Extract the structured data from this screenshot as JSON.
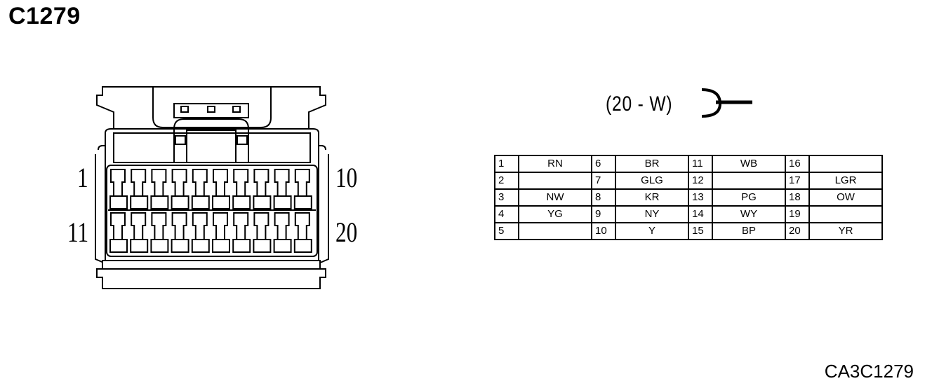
{
  "title": "C1279",
  "figure_ref": "CA3C1279",
  "connector_spec": "(20 - W)",
  "pin_labels": {
    "top_left": "1",
    "top_right": "10",
    "bottom_left": "11",
    "bottom_right": "20"
  },
  "pins": [
    {
      "pin": "1",
      "color": "RN"
    },
    {
      "pin": "2",
      "color": ""
    },
    {
      "pin": "3",
      "color": "NW"
    },
    {
      "pin": "4",
      "color": "YG"
    },
    {
      "pin": "5",
      "color": ""
    },
    {
      "pin": "6",
      "color": "BR"
    },
    {
      "pin": "7",
      "color": "GLG"
    },
    {
      "pin": "8",
      "color": "KR"
    },
    {
      "pin": "9",
      "color": "NY"
    },
    {
      "pin": "10",
      "color": "Y"
    },
    {
      "pin": "11",
      "color": "WB"
    },
    {
      "pin": "12",
      "color": ""
    },
    {
      "pin": "13",
      "color": "PG"
    },
    {
      "pin": "14",
      "color": "WY"
    },
    {
      "pin": "15",
      "color": "BP"
    },
    {
      "pin": "16",
      "color": ""
    },
    {
      "pin": "17",
      "color": "LGR"
    },
    {
      "pin": "18",
      "color": "OW"
    },
    {
      "pin": "19",
      "color": ""
    },
    {
      "pin": "20",
      "color": "YR"
    }
  ]
}
